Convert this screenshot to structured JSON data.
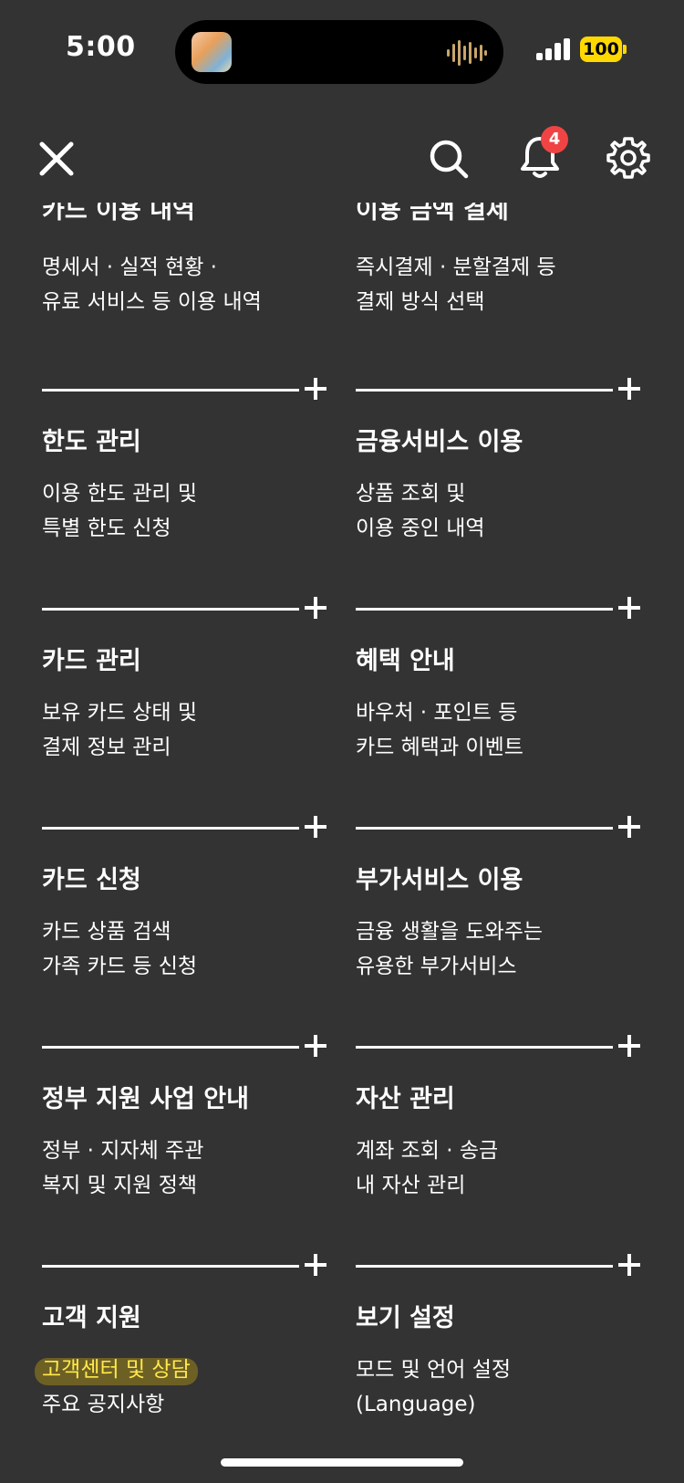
{
  "status": {
    "time": "5:00",
    "battery": "100",
    "colors": {
      "battery": "#ffd800",
      "badge": "#f04444"
    }
  },
  "header": {
    "close_icon": "close-icon",
    "search_icon": "search-icon",
    "bell_icon": "bell-icon",
    "notification_count": "4",
    "gear_icon": "gear-icon"
  },
  "top_partial": {
    "left_title": "카드 이용 내역",
    "left_desc": [
      "명세서 · 실적 현황 ·",
      "유료 서비스 등 이용 내역"
    ],
    "right_title": "이용 금액 결제",
    "right_desc": [
      "즉시결제 · 분할결제 등",
      "결제 방식 선택"
    ]
  },
  "sections": [
    {
      "title": "한도 관리",
      "desc": [
        "이용 한도 관리 및",
        "특별 한도 신청"
      ]
    },
    {
      "title": "금융서비스 이용",
      "desc": [
        "상품 조회 및",
        "이용 중인 내역"
      ]
    },
    {
      "title": "카드 관리",
      "desc": [
        "보유 카드 상태 및",
        "결제 정보 관리"
      ]
    },
    {
      "title": "혜택 안내",
      "desc": [
        "바우처 · 포인트 등",
        "카드 혜택과 이벤트"
      ]
    },
    {
      "title": "카드 신청",
      "desc": [
        "카드 상품 검색",
        "가족 카드 등 신청"
      ]
    },
    {
      "title": "부가서비스 이용",
      "desc": [
        "금융 생활을 도와주는",
        "유용한 부가서비스"
      ]
    },
    {
      "title": "정부 지원 사업 안내",
      "desc": [
        "정부 · 지자체 주관",
        "복지 및 지원 정책"
      ]
    },
    {
      "title": "자산 관리",
      "desc": [
        "계좌 조회 · 송금",
        "내 자산 관리"
      ]
    },
    {
      "title": "고객 지원",
      "desc": [
        "고객센터 및 상담",
        "주요 공지사항"
      ]
    },
    {
      "title": "보기 설정",
      "desc": [
        "모드 및 언어 설정",
        "(Language)"
      ]
    }
  ]
}
